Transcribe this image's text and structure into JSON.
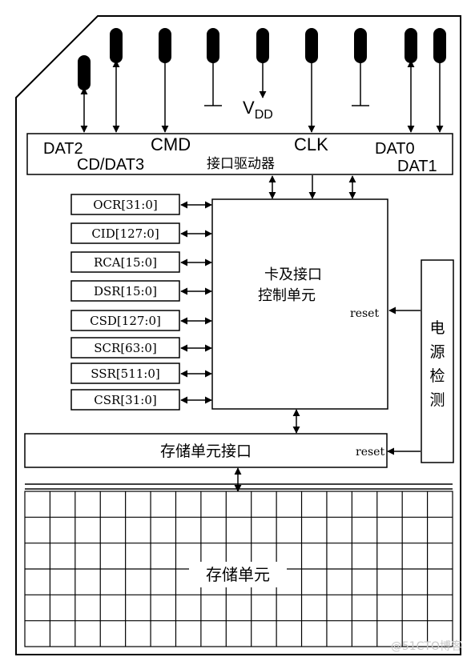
{
  "pins": {
    "dat2": "DAT2",
    "cd_dat3": "CD/DAT3",
    "cmd": "CMD",
    "vdd_main": "V",
    "vdd_sub": "DD",
    "clk": "CLK",
    "dat0": "DAT0",
    "dat1": "DAT1"
  },
  "interface_driver": "接口驱动器",
  "control_unit": [
    "卡及接口",
    "控制单元"
  ],
  "registers": [
    "OCR[31:0]",
    "CID[127:0]",
    "RCA[15:0]",
    "DSR[15:0]",
    "CSD[127:0]",
    "SCR[63:0]",
    "SSR[511:0]",
    "CSR[31:0]"
  ],
  "power_detect": [
    "电",
    "源",
    "检",
    "测"
  ],
  "reset_label": "reset",
  "storage_interface": "存储单元接口",
  "storage_unit": "存储单元",
  "watermark": "@51CTO博客"
}
